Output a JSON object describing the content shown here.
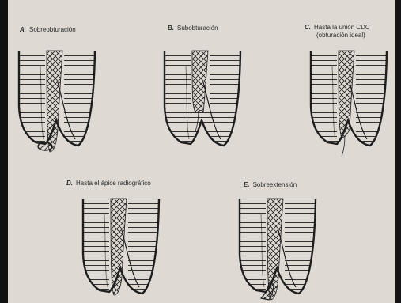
{
  "figures": [
    {
      "id": "A",
      "letter": "A.",
      "caption": "Sobreobturación",
      "caption2": ""
    },
    {
      "id": "B",
      "letter": "B.",
      "caption": "Subobturación",
      "caption2": ""
    },
    {
      "id": "C",
      "letter": "C.",
      "caption": "Hasta la unión CDC",
      "caption2": "(obturación ideal)"
    },
    {
      "id": "D",
      "letter": "D.",
      "caption": "Hasta el ápice radiográfico",
      "caption2": ""
    },
    {
      "id": "E",
      "letter": "E.",
      "caption": "Sobreextensión",
      "caption2": ""
    }
  ],
  "colors": {
    "page": "#dedad3",
    "ink": "#1e1e1e",
    "outside": "#1a1a1a"
  }
}
